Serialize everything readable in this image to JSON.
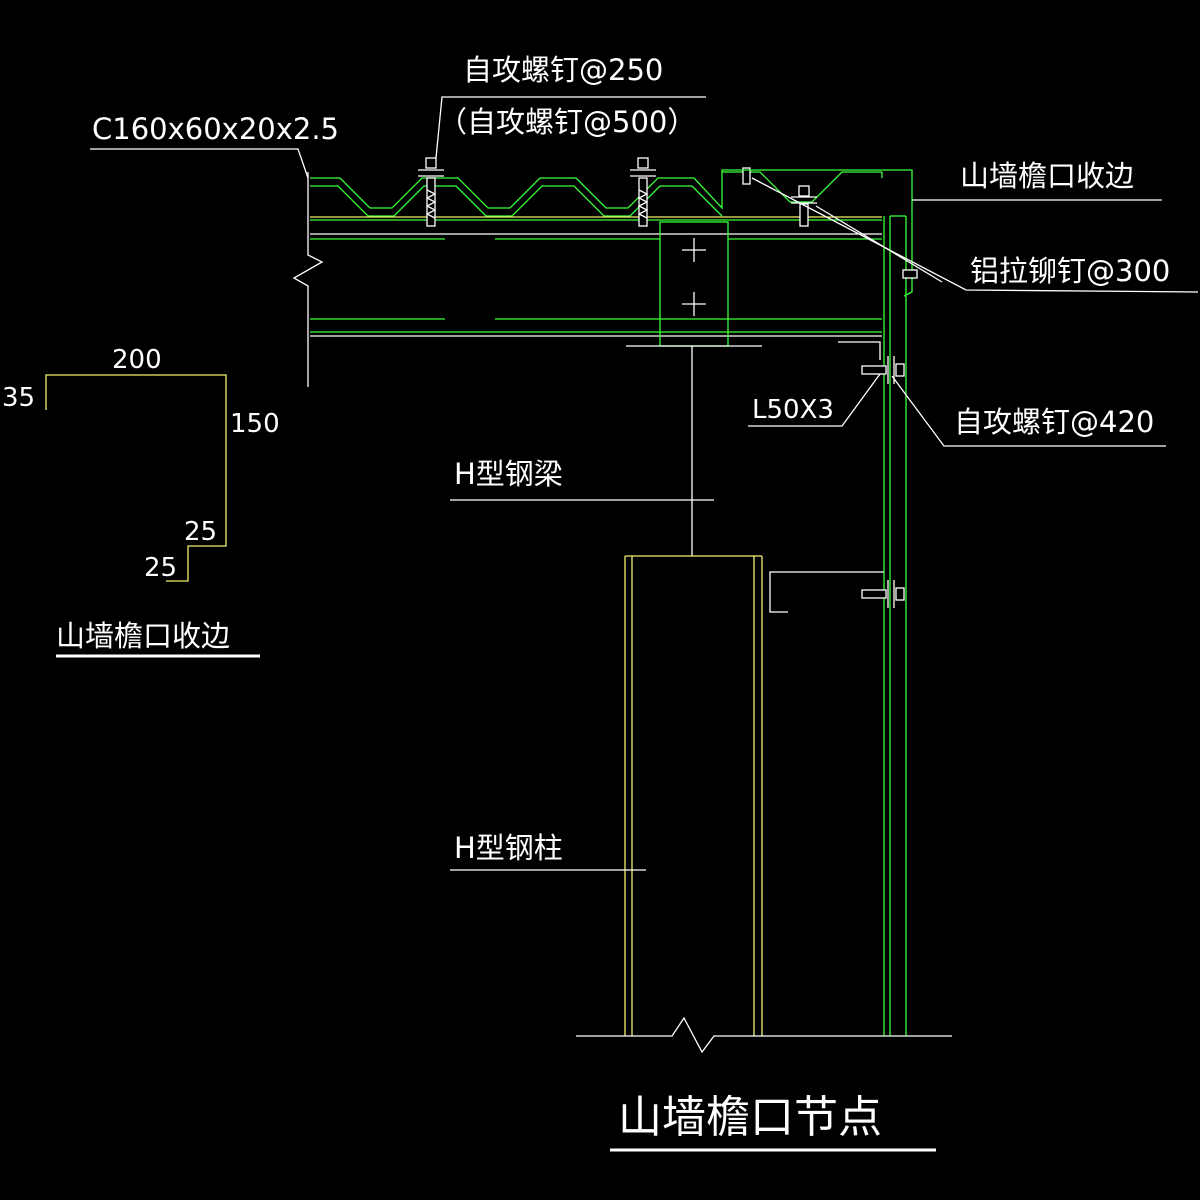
{
  "labels": {
    "screw_250": "自攻螺钉@250",
    "screw_500": "（自攻螺钉@500）",
    "purlin": "C160x60x20x2.5",
    "trim_top": "山墙檐口收边",
    "rivet": "铝拉铆钉@300",
    "angle": "L50X3",
    "screw_420": "自攻螺钉@420",
    "beam": "H型钢梁",
    "column": "H型钢柱",
    "trim_detail": "山墙檐口收边",
    "title": "山墙檐口节点"
  },
  "dimensions": {
    "d200": "200",
    "d35": "35",
    "d150": "150",
    "d25a": "25",
    "d25b": "25"
  },
  "colors": {
    "background": "#000000",
    "text": "#ffffff",
    "steel_green": "#39ff39",
    "member_yellow": "#f2f06a"
  }
}
